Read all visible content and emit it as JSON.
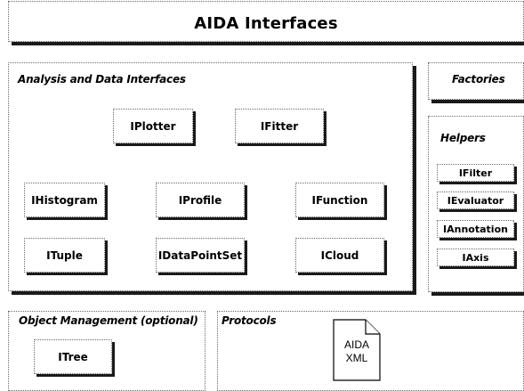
{
  "title": "AIDA Interfaces",
  "analysis": {
    "title": "Analysis and Data Interfaces",
    "items": [
      "IPlotter",
      "IFitter",
      "IHistogram",
      "IProfile",
      "IFunction",
      "ITuple",
      "IDataPointSet",
      "ICloud"
    ]
  },
  "factories": {
    "title": "Factories"
  },
  "helpers": {
    "title": "Helpers",
    "items": [
      "IFilter",
      "IEvaluator",
      "IAnnotation",
      "IAxis"
    ]
  },
  "object_management": {
    "title": "Object Management (optional)",
    "items": [
      "ITree"
    ]
  },
  "protocols": {
    "title": "Protocols",
    "document_line1": "AIDA",
    "document_line2": "XML"
  }
}
